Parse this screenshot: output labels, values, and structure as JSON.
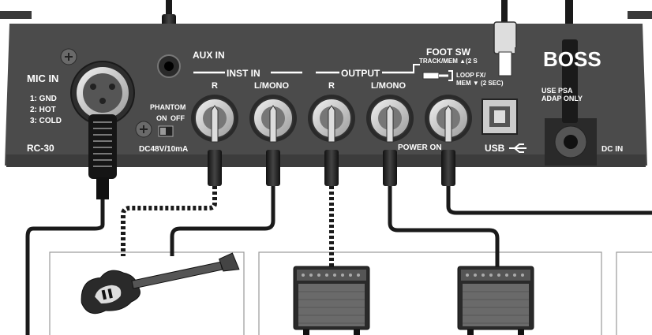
{
  "panel": {
    "model": "RC-30",
    "brand": "BOSS",
    "mic_in": "MIC IN",
    "xlr_pins": [
      "1: GND",
      "2: HOT",
      "3: COLD"
    ],
    "phantom": "PHANTOM",
    "phantom_on": "ON",
    "phantom_off": "OFF",
    "phantom_spec": "DC48V/10mA",
    "aux_in": "AUX IN",
    "inst_in": "INST IN",
    "inst_r": "R",
    "inst_l": "L/MONO",
    "output": "OUTPUT",
    "out_r": "R",
    "out_l": "L/MONO",
    "power_on": "POWER ON",
    "foot_sw": "FOOT SW",
    "foot_sw_line1": "TRACK/MEM ▲(2 S",
    "foot_sw_line2": "LOOP FX/",
    "foot_sw_line3": "MEM ▼ (2 SEC)",
    "usb": "USB",
    "psa_line1": "USE PSA",
    "psa_line2": "ADAP ONLY",
    "dc_in": "DC IN"
  },
  "devices": {
    "guitar": "electric-guitar",
    "amp_left": "guitar-amplifier",
    "amp_right": "guitar-amplifier"
  }
}
